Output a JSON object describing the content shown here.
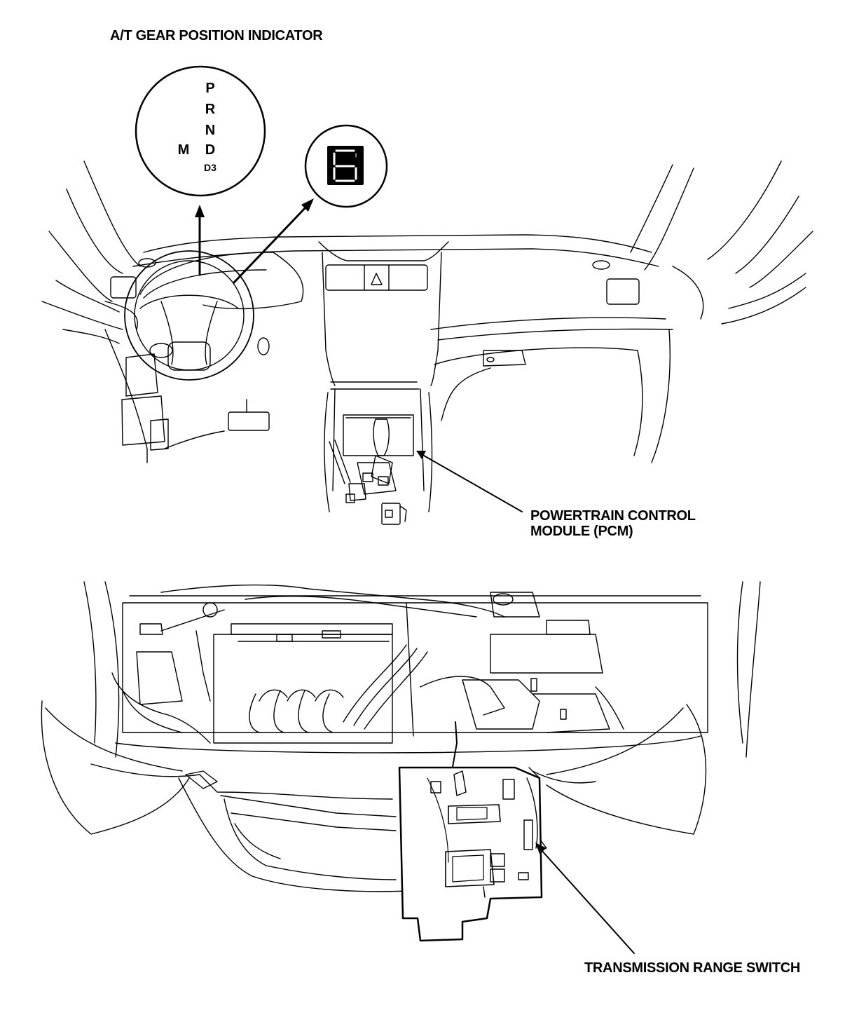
{
  "labels": {
    "gear_indicator": "A/T GEAR POSITION INDICATOR",
    "pcm_line1": "POWERTRAIN CONTROL",
    "pcm_line2": "MODULE (PCM)",
    "range_switch": "TRANSMISSION RANGE SWITCH"
  },
  "indicator": {
    "positions": [
      "P",
      "R",
      "N",
      "D",
      "D3"
    ],
    "manual": "M"
  },
  "colors": {
    "line": "#000000",
    "background": "#ffffff"
  }
}
